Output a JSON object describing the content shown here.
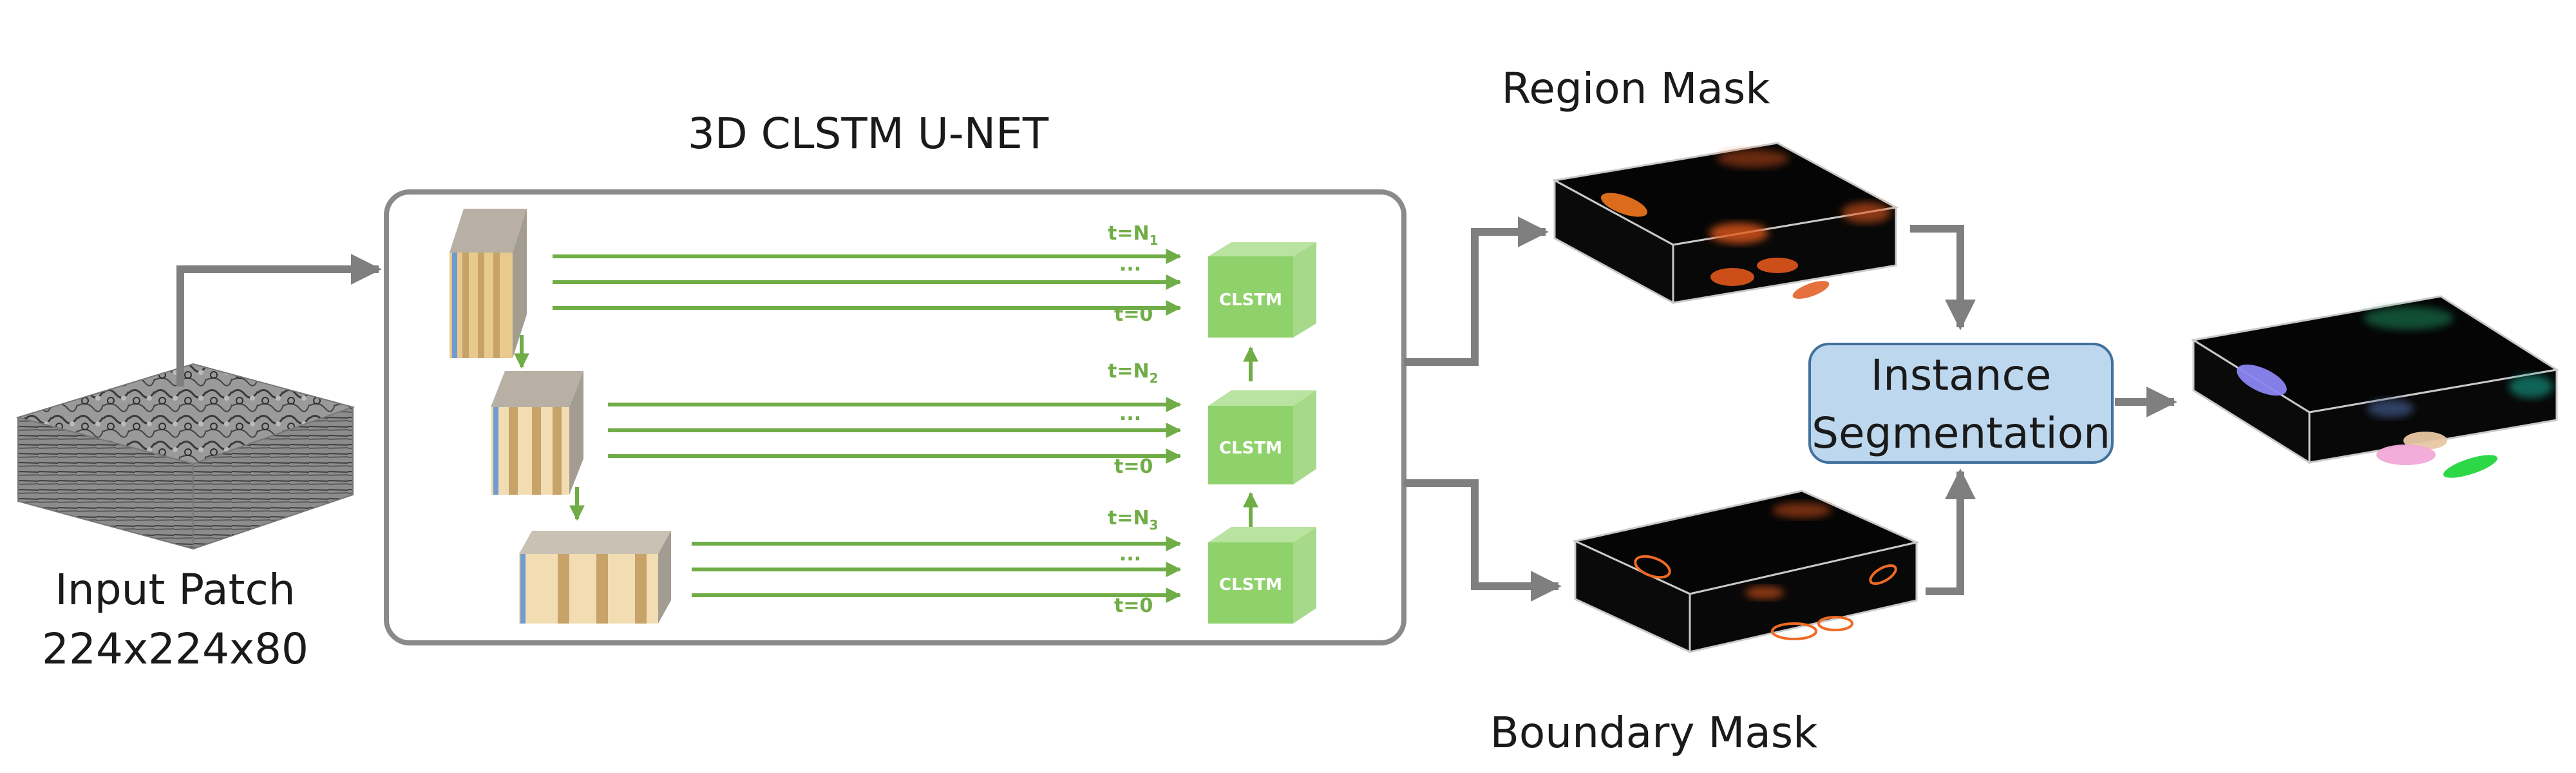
{
  "title": "3D CLSTM U-NET",
  "input": {
    "line1": "Input Patch",
    "line2": "224x224x80"
  },
  "region_mask": "Region Mask",
  "boundary_mask": "Boundary Mask",
  "instance_seg": {
    "line1": "Instance",
    "line2": "Segmentation"
  },
  "levels": [
    {
      "tN": "t=N",
      "sub": "1",
      "dots": "...",
      "t0": "t=0",
      "clstm": "CLSTM"
    },
    {
      "tN": "t=N",
      "sub": "2",
      "dots": "...",
      "t0": "t=0",
      "clstm": "CLSTM"
    },
    {
      "tN": "t=N",
      "sub": "3",
      "dots": "...",
      "t0": "t=0",
      "clstm": "CLSTM"
    }
  ],
  "colors": {
    "arrow_gray": "#7f7f7f",
    "green": "#70ad47",
    "cube_front": "#8fd16a",
    "box_fill": "#bdd7ee",
    "box_stroke": "#41719c",
    "orange": "#e2581c"
  }
}
